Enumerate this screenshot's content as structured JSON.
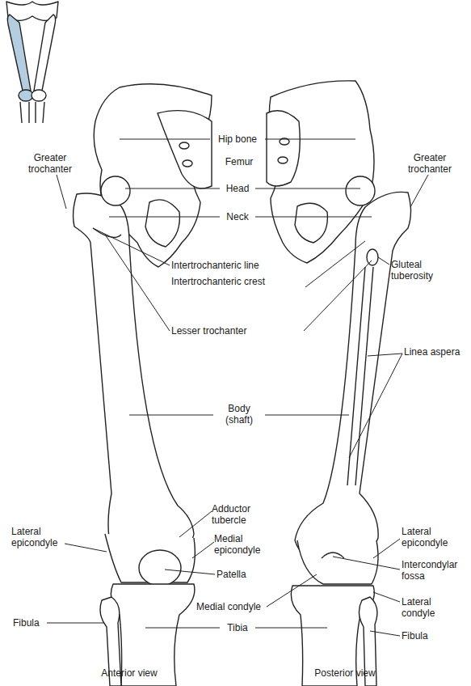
{
  "diagram": {
    "labels": [
      "Hip bone",
      "Femur",
      "Greater trochanter",
      "Greater trochanter",
      "Head",
      "Neck",
      "Intertrochanteric line",
      "Intertrochanteric crest",
      "Gluteal tuberosity",
      "Lesser trochanter",
      "Linea aspera",
      "Body (shaft)",
      "Adductor tubercle",
      "Lateral epicondyle",
      "Medial epicondyle",
      "Patella",
      "Lateral epicondyle",
      "Intercondylar fossa",
      "Medial condyle",
      "Lateral condyle",
      "Fibula",
      "Tibia",
      "Fibula",
      "Anterior view",
      "Posterior view"
    ]
  }
}
